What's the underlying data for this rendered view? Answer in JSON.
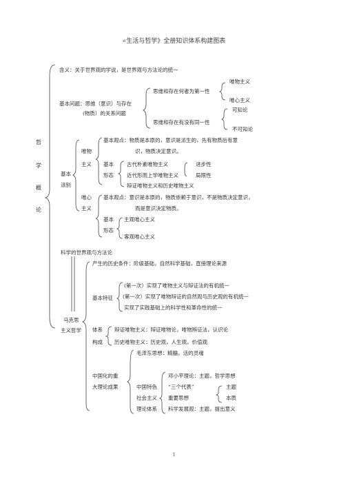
{
  "title": "«生活与哲学》全册知识体系构建图表",
  "page_number": "1",
  "side": [
    "哲",
    "学",
    "概",
    "论"
  ],
  "top": {
    "meaning": "含义：关于世界观的学说，是世界观与方法论的统一",
    "basic_problem": "基本问题：思维（意识）与存在",
    "basic_problem2": "(物质）的关系问题",
    "first_q": "思维和存在何者为第一性",
    "materialism": "唯物主义",
    "idealism": "唯心主义",
    "second_q": "思维和存在有没有同一性",
    "knowable": "可知论",
    "unknowable": "不可知论"
  },
  "schools": {
    "basic_schools": [
      "基本",
      "派别"
    ],
    "mat_label": [
      "唯物",
      "主义"
    ],
    "mat_view": "基本观点：物质是本原的，意识是派生的，先有物质后有意",
    "mat_view2": "识，物质决定意识。",
    "forms_label": [
      "基本",
      "形态"
    ],
    "form1": "古代朴素唯物主义",
    "form2": "近代形而上学唯物主义",
    "form3": "辩证唯物主义和历史唯物主义",
    "progressive": "进步性",
    "limitation": "局限性",
    "ideal_label": [
      "唯心",
      "主义"
    ],
    "ideal_view": "基本观点：意识是本原的，物质依赖于意识，不是物质决定意识，",
    "ideal_view2": "而是意识决定物质。",
    "ideal_forms_label": [
      "基本",
      "形态"
    ],
    "ideal_form1": "主观唯心主义",
    "ideal_form2": "客观唯心主义"
  },
  "scientific": "科学的世界观与方法论",
  "marxism": {
    "label": [
      "马克思",
      "主义哲学"
    ],
    "history": "产生的历史条件：阶级基础，自然科学基础，直接理论来源",
    "features_label": "基本特征",
    "feature1": "(第一次）实现了唯物主义与辩证法的有机统一",
    "feature2": "(第一次）实现了唯物辩证的自然观与历史观的有机统一",
    "feature3": "实现了实践基础上的科学性和革命性的统一",
    "system_label": [
      "体系",
      "构成"
    ],
    "system1": "辩证唯物主义：辩证唯物论，唯物辨证法，认识论",
    "system2": "历史唯物主义：历史观，人生观，价值观",
    "china_label": [
      "中国化的重",
      "大理论成果"
    ],
    "mao": "毛泽东思想：精髓，活的灵魂",
    "cs_label": [
      "中国特色",
      "社会主义",
      "理论体系"
    ],
    "deng": "邓小平理论：主题，哲学思想",
    "three": "“三个代表”",
    "three_important": "重要思想",
    "theme": "主题",
    "essence": "本质",
    "sci_dev": "科学发展观：主题，提出意义"
  }
}
